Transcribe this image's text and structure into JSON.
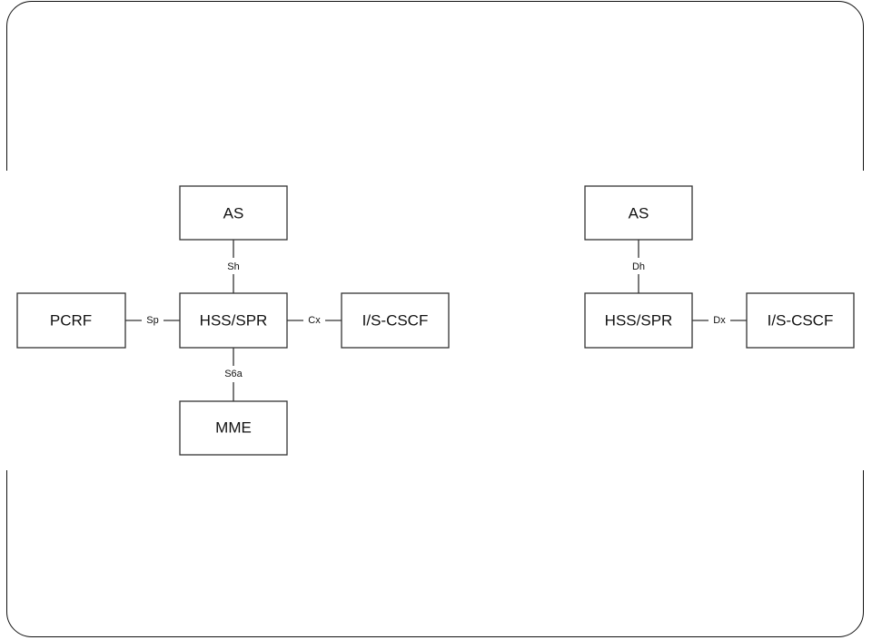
{
  "left_diagram": {
    "as": "AS",
    "hss": "HSS/SPR",
    "pcrf": "PCRF",
    "cscf": "I/S-CSCF",
    "mme": "MME",
    "sh": "Sh",
    "sp": "Sp",
    "cx": "Cx",
    "s6a": "S6a"
  },
  "right_diagram": {
    "as": "AS",
    "hss": "HSS/SPR",
    "cscf": "I/S-CSCF",
    "dh": "Dh",
    "dx": "Dx"
  }
}
